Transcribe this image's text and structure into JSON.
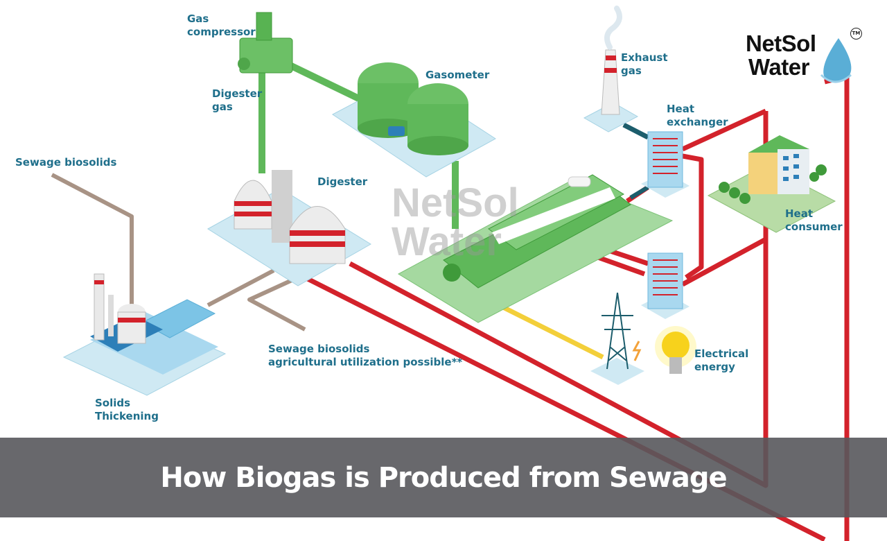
{
  "diagram": {
    "title": "How Biogas is Produced from Sewage",
    "labels": {
      "gas_compressor": "Gas\ncompressor",
      "digester_gas": "Digester\ngas",
      "gasometer": "Gasometer",
      "sewage_biosolids": "Sewage biosolids",
      "digester": "Digester",
      "exhaust_gas": "Exhaust\ngas",
      "heat_exchanger": "Heat\nexchanger",
      "heat_consumer": "Heat\nconsumer",
      "sewage_biosolids_agri": "Sewage biosolids\nagricultural utilization possible**",
      "solids_thickening": "Solids\nThickening",
      "electrical_energy": "Electrical\nenergy"
    },
    "logo": {
      "line1": "NetSol",
      "line2": "Water",
      "trademark": "TM"
    },
    "watermark": {
      "line1": "NetSol",
      "line2": "Water"
    },
    "colors": {
      "hot_pipe": "#d3222b",
      "gas_pipe": "#5fb85a",
      "sludge_pipe": "#a89385",
      "signal_pipe": "#1c5d6c",
      "power_line": "#f3cf3a",
      "label_text": "#1f6f8b",
      "platform": "#cfe9f3",
      "banner": "#58585c"
    }
  }
}
